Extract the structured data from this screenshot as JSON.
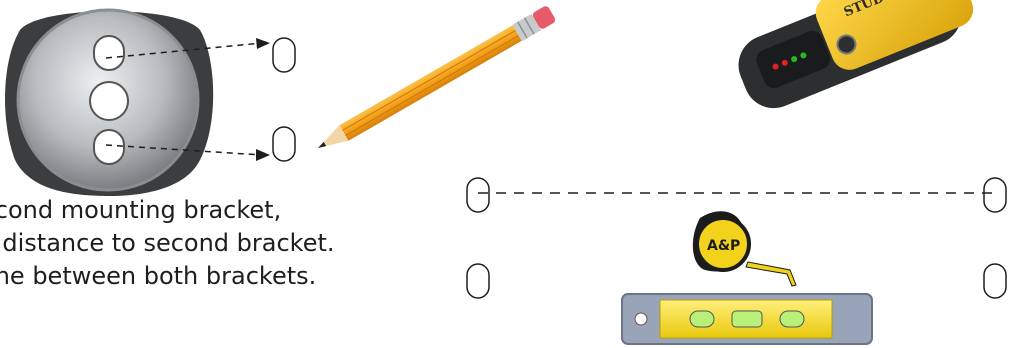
{
  "instructions": {
    "line1": "econd mounting bracket,",
    "line2": "e distance to second bracket.",
    "line3": "ane between both brackets."
  },
  "stud_finder": {
    "brand_label": "STUD FINDER"
  },
  "tape_measure": {
    "brand_label": "A&P"
  },
  "colors": {
    "pencil_body": "#f6a21a",
    "level_body": "#f5df1a",
    "stud_finder_body": "#f0c01c",
    "tape_body": "#f2d21a",
    "metal": "#b9bdc0",
    "line": "#1e1e1e"
  },
  "icons": [
    "mounting-bracket-icon",
    "pencil-icon",
    "stud-finder-icon",
    "tape-measure-icon",
    "spirit-level-icon",
    "mark-slot-icon"
  ]
}
